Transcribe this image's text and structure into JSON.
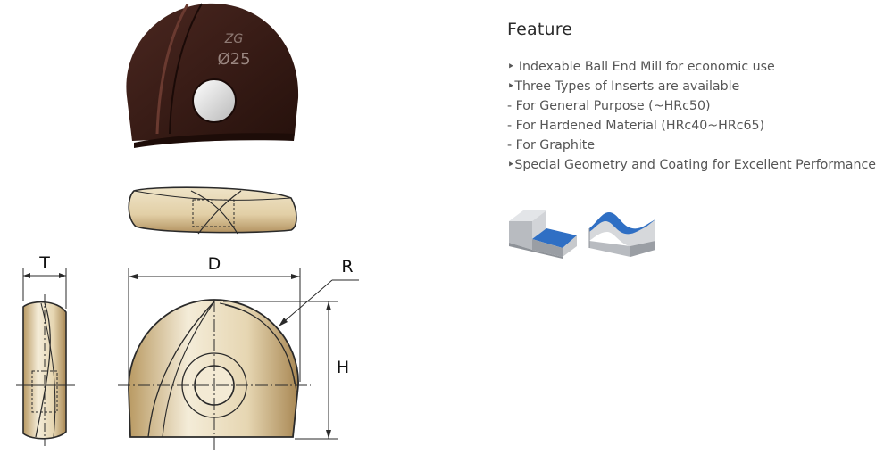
{
  "feature": {
    "title": "Feature",
    "items": [
      "‣ Indexable Ball End Mill for economic use",
      "‣Three Types of Inserts are available",
      "- For General Purpose (~HRc50)",
      "- For Hardened Material (HRc40~HRc65)",
      "- For Graphite",
      "‣Special Geometry and Coating for Excellent Performance"
    ]
  },
  "insert_photo": {
    "marking_logo": "ZG",
    "marking_size": "Ø25"
  },
  "dimensions": {
    "t": "T",
    "d": "D",
    "r": "R",
    "h": "H"
  },
  "colors": {
    "insert_coating_dark": "#3a1d17",
    "drawing_fill_light": "#f4ecd8",
    "drawing_fill_gold": "#c9ad73",
    "workpiece_blue": "#2f6fc4",
    "workpiece_grey": "#c7c9cc"
  }
}
